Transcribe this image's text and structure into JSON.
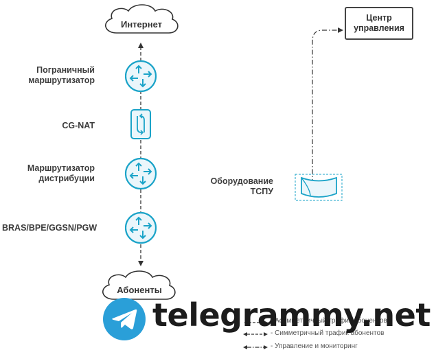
{
  "nodes": {
    "internet": "Интернет",
    "border_router": "Пограничный маршрутизатор",
    "cg_nat": "CG-NAT",
    "distribution_router": "Маршрутизатор дистрибуции",
    "bras": "BRAS/BPE/GGSN/PGW",
    "subscribers": "Абоненты",
    "control_center": "Центр управления",
    "tspu": "Оборудование ТСПУ"
  },
  "legend": {
    "item1": "- Асимметричный трафик абонентов",
    "item2": "- Симметричный трафик абонентов",
    "item3": "- Управление и мониторинг"
  },
  "watermark": {
    "text": "telegrammy.net"
  },
  "colors": {
    "accent": "#1aa3c8",
    "icon_fill": "#e9f6fb",
    "line": "#444444",
    "telegram_blue": "#2a9fd8"
  }
}
